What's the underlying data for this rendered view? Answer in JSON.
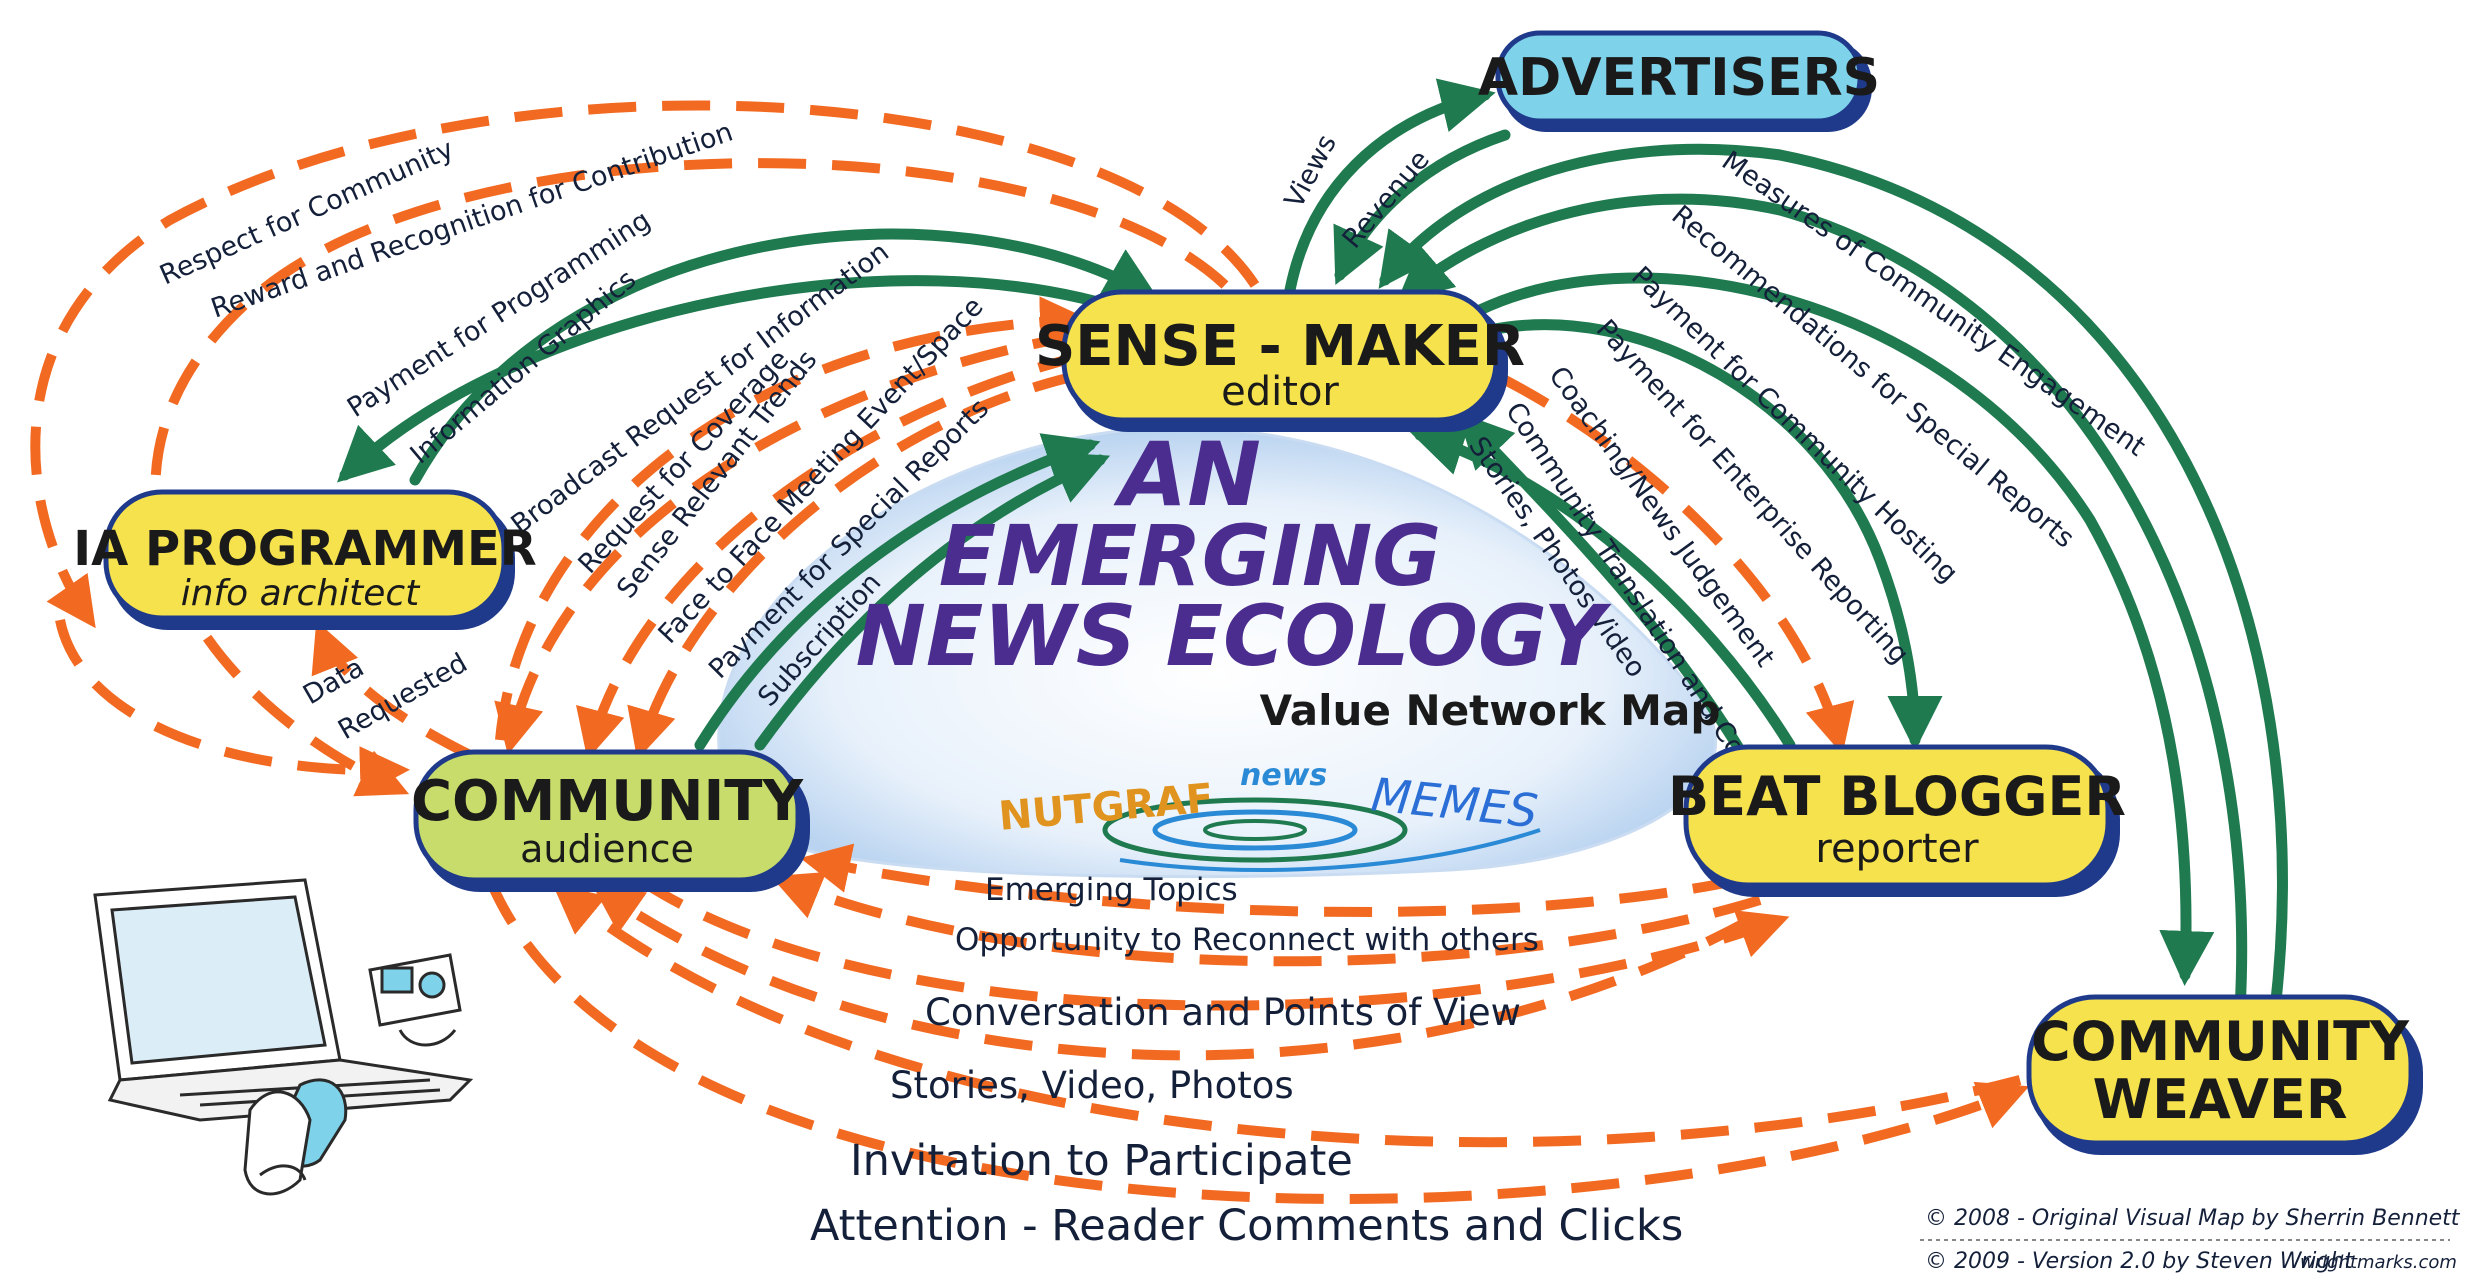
{
  "nodes": {
    "sense_maker": {
      "title": "SENSE - MAKER",
      "subtitle": "editor"
    },
    "advertisers": {
      "title": "ADVERTISERS"
    },
    "ia_programmer": {
      "title": "IA PROGRAMMER",
      "subtitle": "info architect"
    },
    "community": {
      "title": "COMMUNITY",
      "subtitle": "audience"
    },
    "beat_blogger": {
      "title": "BEAT BLOGGER",
      "subtitle": "reporter"
    },
    "community_weaver": {
      "title": "COMMUNITY",
      "title2": "WEAVER"
    }
  },
  "title": {
    "line1": "AN",
    "line2": "EMERGING",
    "line3": "NEWS ECOLOGY",
    "subtitle": "Value Network Map"
  },
  "logo": {
    "word1": "NUTGRAF",
    "word2": "news",
    "word3": "MEMES"
  },
  "labels": {
    "respect": "Respect for Community",
    "reward": "Reward and Recognition for Contribution",
    "payment_programming": "Payment for Programming",
    "info_graphics": "Information Graphics",
    "broadcast": "Broadcast Request for Information",
    "request_coverage": "Request for Coverage",
    "sense_trends": "Sense Relevant Trends",
    "face_to_face": "Face to Face Meeting Event/Space",
    "payment_special": "Payment for Special Reports",
    "subscription": "Subscription",
    "data_requested_1": "Data",
    "data_requested_2": "Requested",
    "views": "Views",
    "revenue": "Revenue",
    "measures": "Measures of Community Engagement",
    "recommendations": "Recommendations for Special Reports",
    "payment_hosting": "Payment for Community Hosting",
    "payment_enterprise": "Payment for Enterprise Reporting",
    "coaching": "Coaching/News Judgement",
    "translation": "Community Translation and Content",
    "stories_photos": "Stories, Photos Video",
    "emerging_topics": "Emerging Topics",
    "reconnect": "Opportunity to Reconnect with others",
    "conversation": "Conversation and Points of View",
    "stories_video": "Stories, Video, Photos",
    "invitation": "Invitation to Participate",
    "attention": "Attention - Reader Comments and Clicks"
  },
  "credits": {
    "line1": "© 2008 - Original Visual Map by Sherrin Bennett",
    "line2": "© 2009 - Version 2.0 by Steven Wright",
    "site": "wrightmarks.com"
  },
  "colors": {
    "tangible_arrow": "#1f7a4f",
    "intangible_arrow": "#f26a21",
    "node_yellow": "#f6e24d",
    "node_green": "#c7dc6a",
    "node_blue": "#7ed3ea",
    "node_border": "#1f3a8a",
    "title_purple": "#4b2c8f"
  },
  "icons": [
    "laptop-icon",
    "phone-icon",
    "camera-icon"
  ]
}
